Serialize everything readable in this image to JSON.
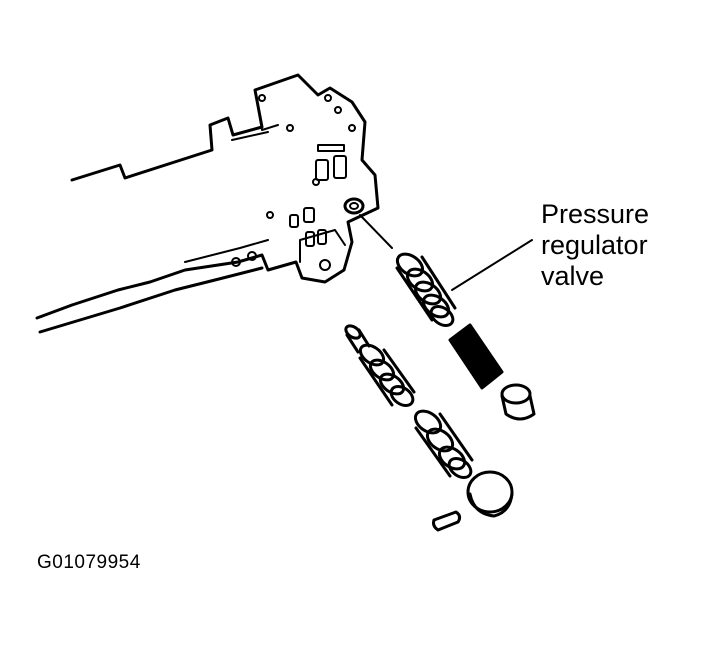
{
  "callout": {
    "line1": "Pressure",
    "line2": "regulator",
    "line3": "valve"
  },
  "figure_id": "G01079954",
  "colors": {
    "ink": "#000000",
    "background": "#ffffff"
  }
}
